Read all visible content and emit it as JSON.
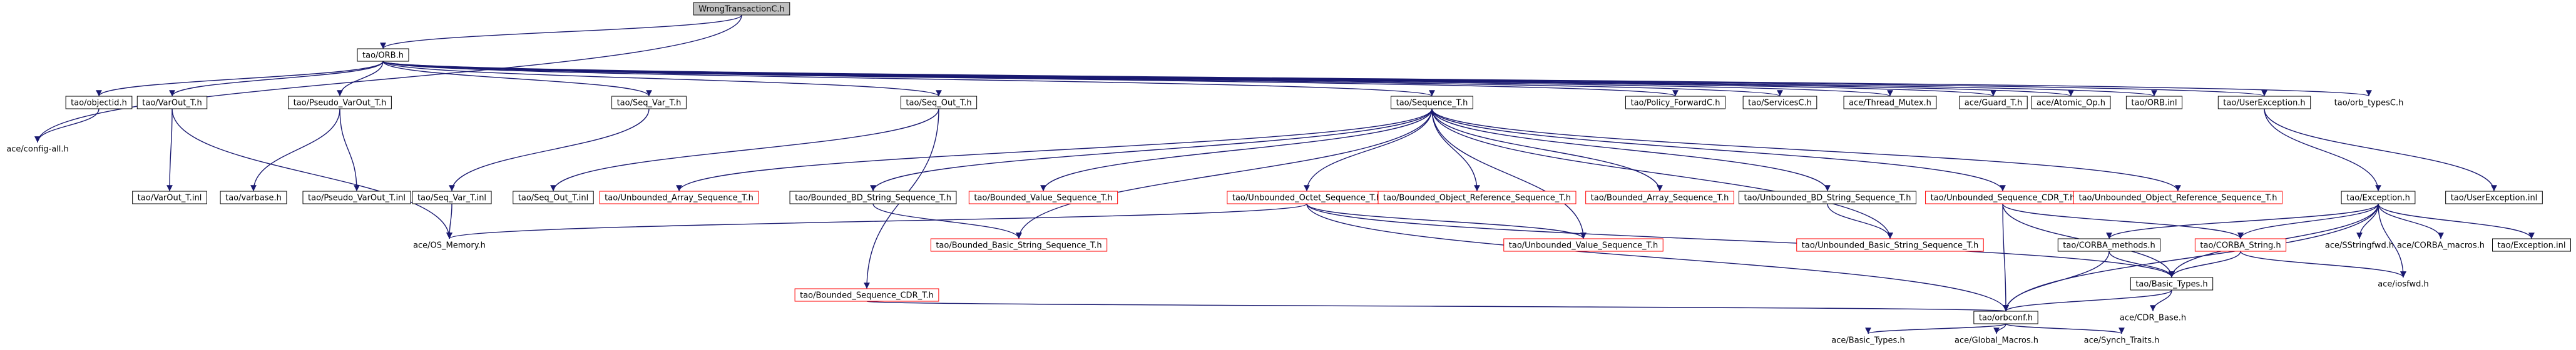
{
  "nodes": [
    {
      "id": "root",
      "label": "WrongTransactionC.h",
      "style": "root"
    },
    {
      "id": "orb",
      "label": "tao/ORB.h",
      "style": "black"
    },
    {
      "id": "objectid",
      "label": "tao/objectid.h",
      "style": "black"
    },
    {
      "id": "varout",
      "label": "tao/VarOut_T.h",
      "style": "black"
    },
    {
      "id": "pseudovarout",
      "label": "tao/Pseudo_VarOut_T.h",
      "style": "black"
    },
    {
      "id": "seqvar",
      "label": "tao/Seq_Var_T.h",
      "style": "black"
    },
    {
      "id": "seqout",
      "label": "tao/Seq_Out_T.h",
      "style": "black"
    },
    {
      "id": "sequence",
      "label": "tao/Sequence_T.h",
      "style": "black"
    },
    {
      "id": "policyfwd",
      "label": "tao/Policy_ForwardC.h",
      "style": "black"
    },
    {
      "id": "servicesc",
      "label": "tao/ServicesC.h",
      "style": "black"
    },
    {
      "id": "threadmutex",
      "label": "ace/Thread_Mutex.h",
      "style": "black"
    },
    {
      "id": "guard",
      "label": "ace/Guard_T.h",
      "style": "black"
    },
    {
      "id": "atomicop",
      "label": "ace/Atomic_Op.h",
      "style": "black"
    },
    {
      "id": "orbinl",
      "label": "tao/ORB.inl",
      "style": "black"
    },
    {
      "id": "userexc",
      "label": "tao/UserException.h",
      "style": "black"
    },
    {
      "id": "orbtypes",
      "label": "tao/orb_typesC.h",
      "style": "none"
    },
    {
      "id": "configall",
      "label": "ace/config-all.h",
      "style": "none"
    },
    {
      "id": "varoutinl",
      "label": "tao/VarOut_T.inl",
      "style": "black"
    },
    {
      "id": "varbase",
      "label": "tao/varbase.h",
      "style": "black"
    },
    {
      "id": "pseudovaroutinl",
      "label": "tao/Pseudo_VarOut_T.inl",
      "style": "black"
    },
    {
      "id": "seqvarinl",
      "label": "tao/Seq_Var_T.inl",
      "style": "black"
    },
    {
      "id": "seqoutinl",
      "label": "tao/Seq_Out_T.inl",
      "style": "black"
    },
    {
      "id": "unbarray",
      "label": "tao/Unbounded_Array_Sequence_T.h",
      "style": "red"
    },
    {
      "id": "bbdstring",
      "label": "tao/Bounded_BD_String_Sequence_T.h",
      "style": "black"
    },
    {
      "id": "bvalue",
      "label": "tao/Bounded_Value_Sequence_T.h",
      "style": "red"
    },
    {
      "id": "unboctet",
      "label": "tao/Unbounded_Octet_Sequence_T.h",
      "style": "red"
    },
    {
      "id": "bobjref",
      "label": "tao/Bounded_Object_Reference_Sequence_T.h",
      "style": "red"
    },
    {
      "id": "barray",
      "label": "tao/Bounded_Array_Sequence_T.h",
      "style": "red"
    },
    {
      "id": "ubdstring",
      "label": "tao/Unbounded_BD_String_Sequence_T.h",
      "style": "black"
    },
    {
      "id": "unbcdr",
      "label": "tao/Unbounded_Sequence_CDR_T.h",
      "style": "red"
    },
    {
      "id": "unbobjref",
      "label": "tao/Unbounded_Object_Reference_Sequence_T.h",
      "style": "red"
    },
    {
      "id": "exception",
      "label": "tao/Exception.h",
      "style": "black"
    },
    {
      "id": "userexcinl",
      "label": "tao/UserException.inl",
      "style": "black"
    },
    {
      "id": "osmemory",
      "label": "ace/OS_Memory.h",
      "style": "none"
    },
    {
      "id": "bbasicstring",
      "label": "tao/Bounded_Basic_String_Sequence_T.h",
      "style": "red"
    },
    {
      "id": "unbvalue",
      "label": "tao/Unbounded_Value_Sequence_T.h",
      "style": "red"
    },
    {
      "id": "unbbasicstring",
      "label": "tao/Unbounded_Basic_String_Sequence_T.h",
      "style": "red"
    },
    {
      "id": "corbamethods",
      "label": "tao/CORBA_methods.h",
      "style": "black"
    },
    {
      "id": "corbastring",
      "label": "tao/CORBA_String.h",
      "style": "red"
    },
    {
      "id": "sstringfwd",
      "label": "ace/SStringfwd.h",
      "style": "none"
    },
    {
      "id": "corbamacros",
      "label": "ace/CORBA_macros.h",
      "style": "none"
    },
    {
      "id": "exceptioninl",
      "label": "tao/Exception.inl",
      "style": "black"
    },
    {
      "id": "bcdr",
      "label": "tao/Bounded_Sequence_CDR_T.h",
      "style": "red"
    },
    {
      "id": "basictypes",
      "label": "tao/Basic_Types.h",
      "style": "black"
    },
    {
      "id": "iosfwd",
      "label": "ace/iosfwd.h",
      "style": "none"
    },
    {
      "id": "orbconf",
      "label": "tao/orbconf.h",
      "style": "black"
    },
    {
      "id": "cdrbase",
      "label": "ace/CDR_Base.h",
      "style": "none"
    },
    {
      "id": "acebasictypes",
      "label": "ace/Basic_Types.h",
      "style": "none"
    },
    {
      "id": "globalmacros",
      "label": "ace/Global_Macros.h",
      "style": "none"
    },
    {
      "id": "synchtraits",
      "label": "ace/Synch_Traits.h",
      "style": "none"
    }
  ],
  "edges": [
    [
      "root",
      "orb"
    ],
    [
      "root",
      "configall"
    ],
    [
      "orb",
      "objectid"
    ],
    [
      "orb",
      "varout"
    ],
    [
      "orb",
      "pseudovarout"
    ],
    [
      "orb",
      "seqvar"
    ],
    [
      "orb",
      "seqout"
    ],
    [
      "orb",
      "sequence"
    ],
    [
      "orb",
      "policyfwd"
    ],
    [
      "orb",
      "servicesc"
    ],
    [
      "orb",
      "threadmutex"
    ],
    [
      "orb",
      "guard"
    ],
    [
      "orb",
      "atomicop"
    ],
    [
      "orb",
      "orbinl"
    ],
    [
      "orb",
      "userexc"
    ],
    [
      "orb",
      "orbtypes"
    ],
    [
      "objectid",
      "configall"
    ],
    [
      "varout",
      "varoutinl"
    ],
    [
      "varout",
      "osmemory"
    ],
    [
      "pseudovarout",
      "varbase"
    ],
    [
      "pseudovarout",
      "pseudovaroutinl"
    ],
    [
      "seqvar",
      "seqvarinl"
    ],
    [
      "seqvarinl",
      "osmemory"
    ],
    [
      "seqout",
      "seqoutinl"
    ],
    [
      "seqout",
      "bcdr"
    ],
    [
      "sequence",
      "unbarray"
    ],
    [
      "sequence",
      "bbdstring"
    ],
    [
      "sequence",
      "bvalue"
    ],
    [
      "sequence",
      "unboctet"
    ],
    [
      "sequence",
      "bobjref"
    ],
    [
      "sequence",
      "barray"
    ],
    [
      "sequence",
      "ubdstring"
    ],
    [
      "sequence",
      "unbcdr"
    ],
    [
      "sequence",
      "unbobjref"
    ],
    [
      "sequence",
      "bbasicstring"
    ],
    [
      "sequence",
      "unbvalue"
    ],
    [
      "sequence",
      "unbbasicstring"
    ],
    [
      "bbdstring",
      "bbasicstring"
    ],
    [
      "ubdstring",
      "unbbasicstring"
    ],
    [
      "unboctet",
      "osmemory"
    ],
    [
      "unboctet",
      "unbvalue"
    ],
    [
      "unboctet",
      "basictypes"
    ],
    [
      "unboctet",
      "orbconf"
    ],
    [
      "unbcdr",
      "orbconf"
    ],
    [
      "unbcdr",
      "corbastring"
    ],
    [
      "unbcdr",
      "basictypes"
    ],
    [
      "userexc",
      "exception"
    ],
    [
      "userexc",
      "userexcinl"
    ],
    [
      "exception",
      "corbamethods"
    ],
    [
      "exception",
      "corbastring"
    ],
    [
      "exception",
      "sstringfwd"
    ],
    [
      "exception",
      "corbamacros"
    ],
    [
      "exception",
      "exceptioninl"
    ],
    [
      "exception",
      "basictypes"
    ],
    [
      "exception",
      "orbconf"
    ],
    [
      "exception",
      "iosfwd"
    ],
    [
      "corbamethods",
      "basictypes"
    ],
    [
      "corbamethods",
      "orbconf"
    ],
    [
      "corbastring",
      "basictypes"
    ],
    [
      "corbastring",
      "iosfwd"
    ],
    [
      "bcdr",
      "orbconf"
    ],
    [
      "basictypes",
      "orbconf"
    ],
    [
      "basictypes",
      "cdrbase"
    ],
    [
      "orbconf",
      "acebasictypes"
    ],
    [
      "orbconf",
      "globalmacros"
    ],
    [
      "orbconf",
      "synchtraits"
    ]
  ],
  "colors": {
    "edge": "#191970",
    "node_border_black": "#000000",
    "node_border_red": "#ff0000",
    "root_fill": "#bfbfbf",
    "node_fill": "#ffffff"
  }
}
